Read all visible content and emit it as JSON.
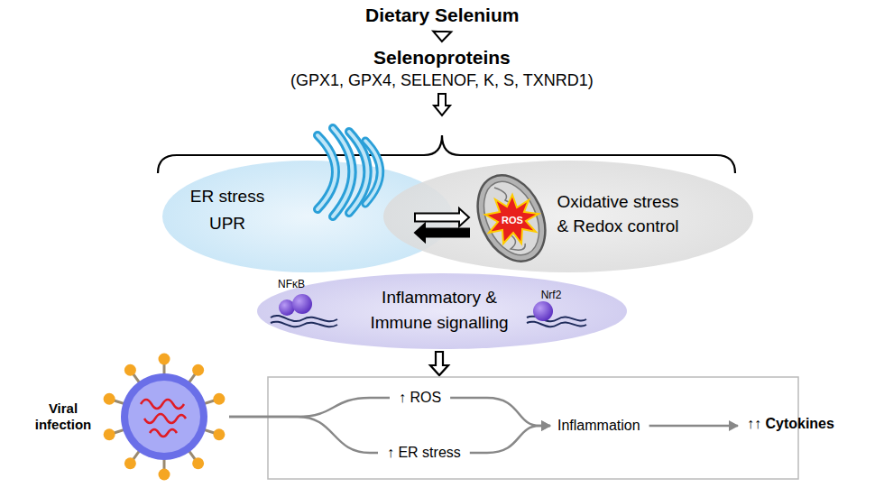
{
  "diagram": {
    "nodes": [
      {
        "text": [
          "Dietary Selenium"
        ]
      },
      {
        "text": [
          "Selenoproteins",
          "(GPX1, GPX4, SELENOF, K, S, TXNRD1)"
        ]
      },
      {
        "text": [
          "ER stress",
          "UPR"
        ]
      },
      {
        "text": [
          "Oxidative stress & Redox control"
        ]
      },
      {
        "text": [
          "NFκB",
          "Inflammatory & Immune signalling",
          "Nrf2"
        ]
      },
      {
        "text": [
          "Viral infection"
        ]
      },
      {
        "text": [
          "↑ ROS"
        ]
      },
      {
        "text": [
          "↑ ER stress"
        ]
      },
      {
        "text": [
          "Inflammation"
        ]
      },
      {
        "text": [
          "↑↑ Cytokines"
        ]
      }
    ],
    "edges": [
      {
        "from": 0,
        "to": 1,
        "arrow": "to"
      },
      {
        "from": 2,
        "to": 3,
        "arrow": "to"
      },
      {
        "from": 3,
        "to": 2,
        "arrow": "to"
      },
      {
        "from": 5,
        "to": 6,
        "arrow": "none"
      },
      {
        "from": 5,
        "to": 7,
        "arrow": "none"
      },
      {
        "from": 6,
        "to": 8,
        "arrow": "to"
      },
      {
        "from": 7,
        "to": 8,
        "arrow": "to"
      },
      {
        "from": 8,
        "to": 9,
        "arrow": "to"
      }
    ],
    "labels": [
      "ROS"
    ]
  }
}
